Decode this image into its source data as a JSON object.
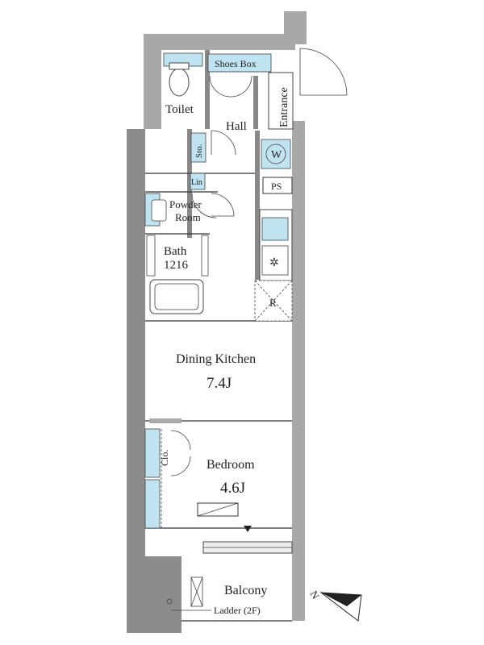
{
  "rooms": {
    "toilet": "Toilet",
    "shoes_box": "Shoes Box",
    "hall": "Hall",
    "entrance": "Entrance",
    "storage": "Sto.",
    "washer": "W",
    "pipe_space": "PS",
    "linen": "Lin",
    "powder_room_line1": "Powder",
    "powder_room_line2": "Room",
    "bath_line1": "Bath",
    "bath_line2": "1216",
    "refrigerator": "R",
    "dining_kitchen": "Dining Kitchen",
    "dining_kitchen_size": "7.4J",
    "closet": "Clo.",
    "bedroom": "Bedroom",
    "bedroom_size": "4.6J",
    "balcony": "Balcony",
    "ladder": "Ladder (2F)"
  },
  "compass": {
    "north": "N"
  },
  "colors": {
    "fixture": "#bfe3f1",
    "wall": "#8c8c8c"
  }
}
